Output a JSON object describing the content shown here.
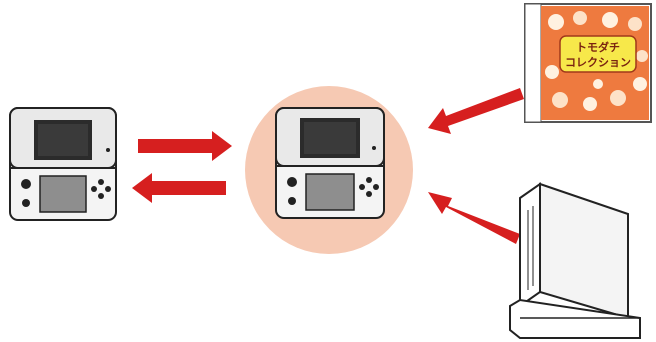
{
  "diagram": {
    "colors": {
      "arrow": "#d61f1f",
      "circle": "#f6c9b3",
      "device_outline": "#222222",
      "screen_dark": "#2b2b2b",
      "screen_light": "#8e8e8e",
      "box_orange": "#ee7a3f",
      "box_title_yellow": "#f7e84a",
      "console_body": "#f4f4f4"
    },
    "game_box": {
      "title_line1": "トモダチ",
      "title_line2": "コレクション"
    },
    "nodes": [
      {
        "name": "handheld-left",
        "icon": "3ds-icon"
      },
      {
        "name": "handheld-center",
        "icon": "3ds-icon"
      },
      {
        "name": "game-case",
        "icon": "game-case-icon"
      },
      {
        "name": "home-console",
        "icon": "wii-console-icon"
      }
    ],
    "connections": [
      {
        "from": "handheld-left",
        "to": "handheld-center"
      },
      {
        "from": "handheld-center",
        "to": "handheld-left"
      },
      {
        "from": "game-case",
        "to": "handheld-center"
      },
      {
        "from": "home-console",
        "to": "handheld-center"
      }
    ]
  }
}
